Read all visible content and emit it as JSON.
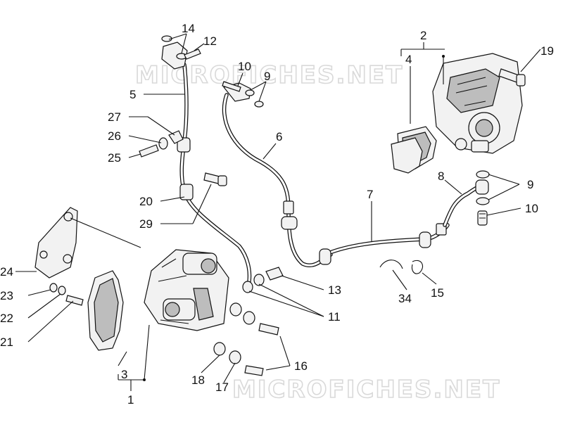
{
  "watermark": "MICROFICHES.NET",
  "callouts": [
    {
      "id": "c14",
      "text": "14"
    },
    {
      "id": "c12",
      "text": "12"
    },
    {
      "id": "c10a",
      "text": "10"
    },
    {
      "id": "c9a",
      "text": "9"
    },
    {
      "id": "c5",
      "text": "5"
    },
    {
      "id": "c27",
      "text": "27"
    },
    {
      "id": "c26",
      "text": "26"
    },
    {
      "id": "c25",
      "text": "25"
    },
    {
      "id": "c6",
      "text": "6"
    },
    {
      "id": "c2",
      "text": "2"
    },
    {
      "id": "c4",
      "text": "4"
    },
    {
      "id": "c19",
      "text": "19"
    },
    {
      "id": "c8",
      "text": "8"
    },
    {
      "id": "c9b",
      "text": "9"
    },
    {
      "id": "c10b",
      "text": "10"
    },
    {
      "id": "c7",
      "text": "7"
    },
    {
      "id": "c20",
      "text": "20"
    },
    {
      "id": "c29",
      "text": "29"
    },
    {
      "id": "c24",
      "text": "24"
    },
    {
      "id": "c23",
      "text": "23"
    },
    {
      "id": "c22",
      "text": "22"
    },
    {
      "id": "c21",
      "text": "21"
    },
    {
      "id": "c13",
      "text": "13"
    },
    {
      "id": "c11",
      "text": "11"
    },
    {
      "id": "c34",
      "text": "34"
    },
    {
      "id": "c15",
      "text": "15"
    },
    {
      "id": "c16",
      "text": "16"
    },
    {
      "id": "c18",
      "text": "18"
    },
    {
      "id": "c17",
      "text": "17"
    },
    {
      "id": "c3",
      "text": "3"
    },
    {
      "id": "c1",
      "text": "1"
    }
  ]
}
